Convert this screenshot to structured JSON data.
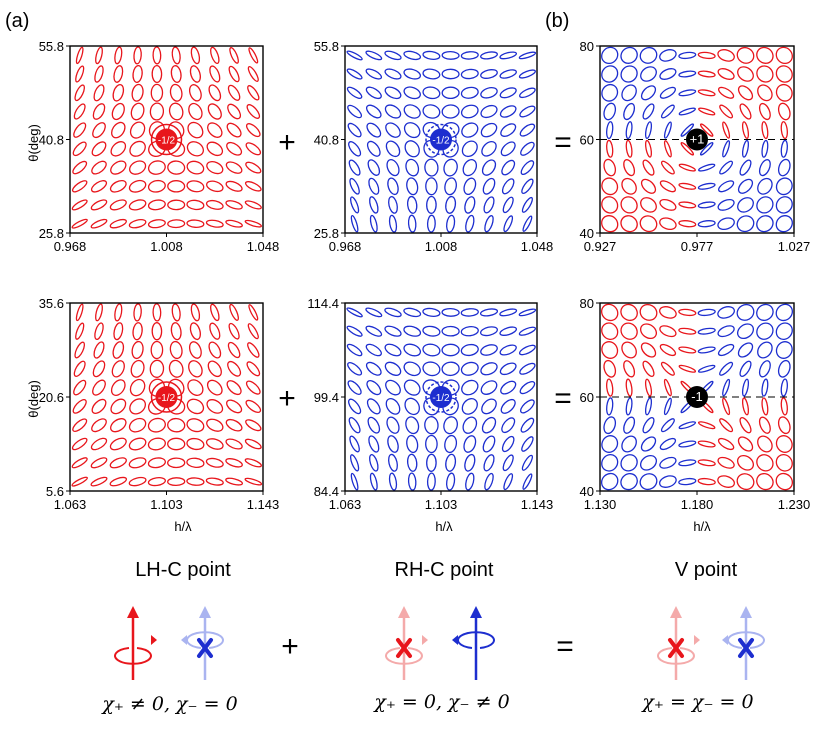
{
  "panel_labels": {
    "a": "(a)",
    "b": "(b)"
  },
  "operators": {
    "plus": "+",
    "equals": "="
  },
  "axis_labels": {
    "y": "θ(deg)",
    "x": "h/λ"
  },
  "colors": {
    "lh": "#e8161c",
    "rh": "#1d2ecf",
    "black": "#000000",
    "faint_red": "#f4aaaa",
    "faint_blue": "#aab4f0"
  },
  "panels": [
    {
      "id": "top-lh",
      "color": "red",
      "xticks": [
        "0.968",
        "1.008",
        "1.048"
      ],
      "yticks": [
        "55.8",
        "40.8",
        "25.8"
      ],
      "marker": "-1/2",
      "marker_kind": "red"
    },
    {
      "id": "top-rh",
      "color": "blue",
      "xticks": [
        "0.968",
        "1.008",
        "1.048"
      ],
      "yticks": [
        "55.8",
        "40.8",
        "25.8"
      ],
      "marker": "-1/2",
      "marker_kind": "blue"
    },
    {
      "id": "top-v",
      "color": "mixed",
      "xticks": [
        "0.927",
        "0.977",
        "1.027"
      ],
      "yticks": [
        "80",
        "60",
        "40"
      ],
      "marker": "+1",
      "marker_kind": "black"
    },
    {
      "id": "bot-lh",
      "color": "red",
      "xticks": [
        "1.063",
        "1.103",
        "1.143"
      ],
      "yticks": [
        "35.6",
        "20.6",
        "5.6"
      ],
      "marker": "-1/2",
      "marker_kind": "red"
    },
    {
      "id": "bot-rh",
      "color": "blue",
      "xticks": [
        "1.063",
        "1.103",
        "1.143"
      ],
      "yticks": [
        "114.4",
        "99.4",
        "84.4"
      ],
      "marker": "-1/2",
      "marker_kind": "blue"
    },
    {
      "id": "bot-v",
      "color": "mixed",
      "xticks": [
        "1.130",
        "1.180",
        "1.230"
      ],
      "yticks": [
        "80",
        "60",
        "40"
      ],
      "marker": "-1",
      "marker_kind": "black"
    }
  ],
  "point_titles": [
    "LH-C point",
    "RH-C point",
    "V point"
  ],
  "equations": [
    "χ₊ ≠ 0, χ₋ = 0",
    "χ₊ = 0, χ₋ ≠ 0",
    "χ₊ = χ₋ = 0"
  ],
  "icons": [
    {
      "name": "lh-arrow-icon",
      "color": "red",
      "crossed": false,
      "faint": false
    },
    {
      "name": "rh-arrow-crossed-icon",
      "color": "blue",
      "crossed": true,
      "faint": true
    },
    {
      "name": "lh-arrow-crossed-icon",
      "color": "red",
      "crossed": true,
      "faint": true
    },
    {
      "name": "rh-arrow-icon",
      "color": "blue",
      "crossed": false,
      "faint": false
    },
    {
      "name": "lh-arrow-crossed-icon",
      "color": "red",
      "crossed": true,
      "faint": true
    },
    {
      "name": "rh-arrow-crossed-icon",
      "color": "blue",
      "crossed": true,
      "faint": true
    }
  ]
}
